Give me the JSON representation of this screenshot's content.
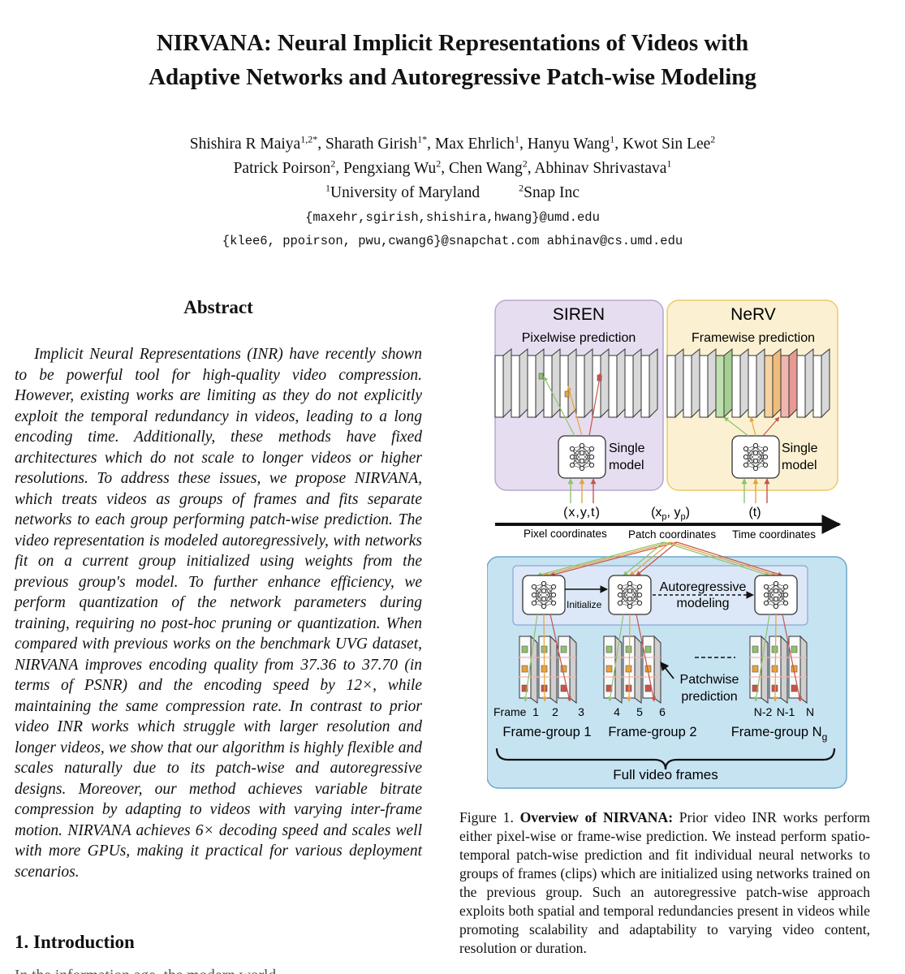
{
  "paper": {
    "title_line1": "NIRVANA: Neural Implicit Representations of Videos with",
    "title_line2": "Adaptive Networks and Autoregressive Patch-wise Modeling",
    "authors_line1": [
      {
        "name": "Shishira R Maiya",
        "sup": "1,2*"
      },
      {
        "name": "Sharath Girish",
        "sup": "1*"
      },
      {
        "name": "Max Ehrlich",
        "sup": "1"
      },
      {
        "name": "Hanyu Wang",
        "sup": "1"
      },
      {
        "name": "Kwot Sin Lee",
        "sup": "2"
      }
    ],
    "authors_line2": [
      {
        "name": "Patrick Poirson",
        "sup": "2"
      },
      {
        "name": "Pengxiang Wu",
        "sup": "2"
      },
      {
        "name": "Chen Wang",
        "sup": "2"
      },
      {
        "name": "Abhinav Shrivastava",
        "sup": "1"
      }
    ],
    "affiliations": [
      {
        "sup": "1",
        "name": "University of Maryland"
      },
      {
        "sup": "2",
        "name": "Snap Inc"
      }
    ],
    "email_line1": "{maxehr,sgirish,shishira,hwang}@umd.edu",
    "email_line2": "{klee6, ppoirson, pwu,cwang6}@snapchat.com abhinav@cs.umd.edu"
  },
  "abstract": {
    "heading": "Abstract",
    "body": "Implicit Neural Representations (INR) have recently shown to be powerful tool for high-quality video compression. However, existing works are limiting as they do not explicitly exploit the temporal redundancy in videos, leading to a long encoding time. Additionally, these methods have fixed architectures which do not scale to longer videos or higher resolutions. To address these issues, we propose NIRVANA, which treats videos as groups of frames and fits separate networks to each group performing patch-wise prediction. The video representation is modeled autoregressively, with networks fit on a current group initialized using weights from the previous group's model. To further enhance efficiency, we perform quantization of the network parameters during training, requiring no post-hoc pruning or quantization. When compared with previous works on the benchmark UVG dataset, NIRVANA improves encoding quality from 37.36 to 37.70 (in terms of PSNR) and the encoding speed by 12×, while maintaining the same compression rate. In contrast to prior video INR works which struggle with larger resolution and longer videos, we show that our algorithm is highly flexible and scales naturally due to its patch-wise and autoregressive designs. Moreover, our method achieves variable bitrate compression by adapting to videos with varying inter-frame motion. NIRVANA achieves 6× decoding speed and scales well with more GPUs, making it practical for various deployment scenarios."
  },
  "intro": {
    "heading": "1. Introduction",
    "peek": "In the information age, the modern world..."
  },
  "figure": {
    "siren_title": "SIREN",
    "siren_sub": "Pixelwise prediction",
    "nerv_title": "NeRV",
    "nerv_sub": "Framewise prediction",
    "single_model_1": "Single",
    "single_model_2": "model",
    "coord_xyt": "(x,y,t)",
    "coord_xp": "(x",
    "coord_xp_sub": "p",
    "coord_yp": ", y",
    "coord_yp_sub": "p",
    "coord_close": ")",
    "coord_t": "(t)",
    "pixel_coords": "Pixel coordinates",
    "patch_coords": "Patch coordinates",
    "time_coords": "Time coordinates",
    "initialize": "Initialize",
    "autoregressive_1": "Autoregressive",
    "autoregressive_2": "modeling",
    "patchwise_1": "Patchwise",
    "patchwise_2": "prediction",
    "frame_label": "Frame",
    "frame_numbers": [
      "1",
      "2",
      "3",
      "4",
      "5",
      "6",
      "N-2",
      "N-1",
      "N"
    ],
    "group1": "Frame-group 1",
    "group2": "Frame-group 2",
    "groupN": "Frame-group N",
    "groupN_sub": "g",
    "full_video": "Full video frames",
    "colors": {
      "siren_fill": "#e6def0",
      "siren_stroke": "#b7a6cf",
      "nerv_fill": "#fbf1d2",
      "nerv_stroke": "#ecc86a",
      "bottom_fill": "#c6e3f2",
      "bottom_stroke": "#6ba7c8",
      "arrow_green": "#8fc26e",
      "arrow_orange": "#e9a23b",
      "arrow_red": "#c9534b"
    }
  },
  "caption": {
    "prefix": "Figure 1. ",
    "bold": "Overview of NIRVANA:",
    "text": " Prior video INR works perform either pixel-wise or frame-wise prediction. We instead perform spatio-temporal patch-wise prediction and fit individual neural networks to groups of frames (clips) which are initialized using networks trained on the previous group. Such an autoregressive patch-wise approach exploits both spatial and temporal redundancies present in videos while promoting scalability and adaptability to varying video content, resolution or duration."
  }
}
